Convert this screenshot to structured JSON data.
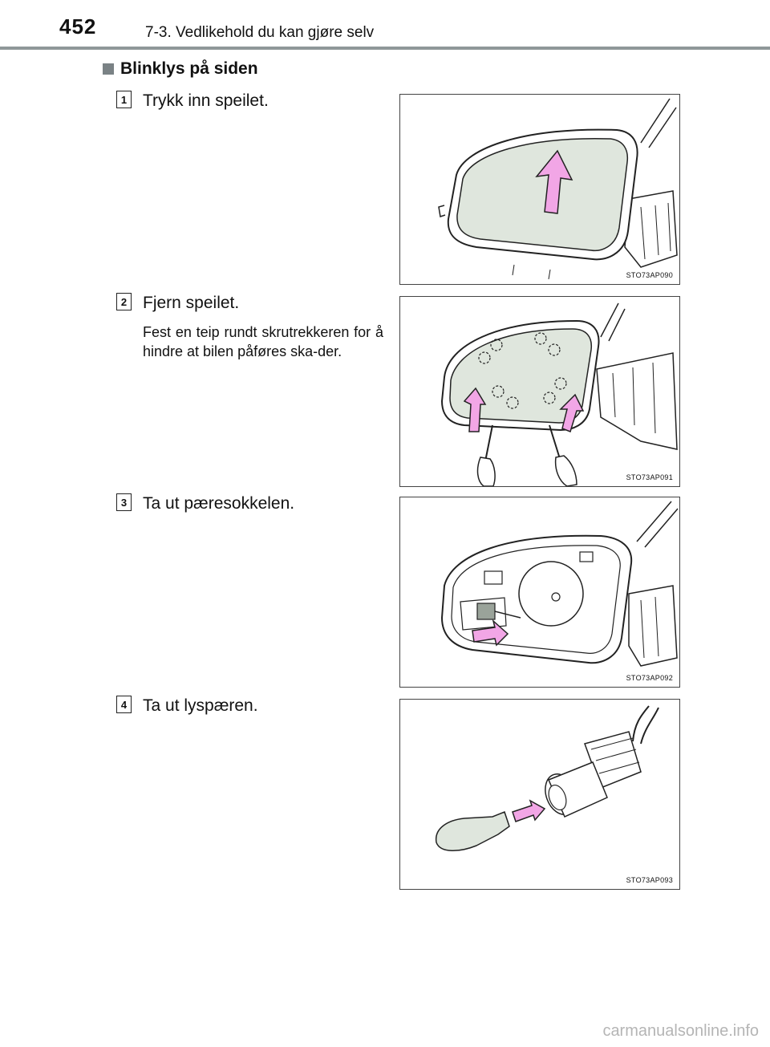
{
  "header": {
    "page_number": "452",
    "title": "7-3. Vedlikehold du kan gjøre selv"
  },
  "section": {
    "heading": "Blinklys på siden"
  },
  "steps": [
    {
      "number": "1",
      "text": "Trykk inn speilet.",
      "note": "",
      "figure_code": "STO73AP090"
    },
    {
      "number": "2",
      "text": "Fjern speilet.",
      "note": "Fest en teip rundt skrutrekkeren for å hindre at bilen påføres ska-der.",
      "figure_code": "STO73AP091"
    },
    {
      "number": "3",
      "text": "Ta ut pæresokkelen.",
      "note": "",
      "figure_code": "STO73AP092"
    },
    {
      "number": "4",
      "text": "Ta ut lyspæren.",
      "note": "",
      "figure_code": "STO73AP093"
    }
  ],
  "watermark": "carmanualsonline.info",
  "colors": {
    "arrow_fill": "#f2a6e6",
    "mirror_glass": "#dfe6dd",
    "header_rule": "#8f9799"
  },
  "icons": {
    "bullet": "square-bullet-icon"
  }
}
